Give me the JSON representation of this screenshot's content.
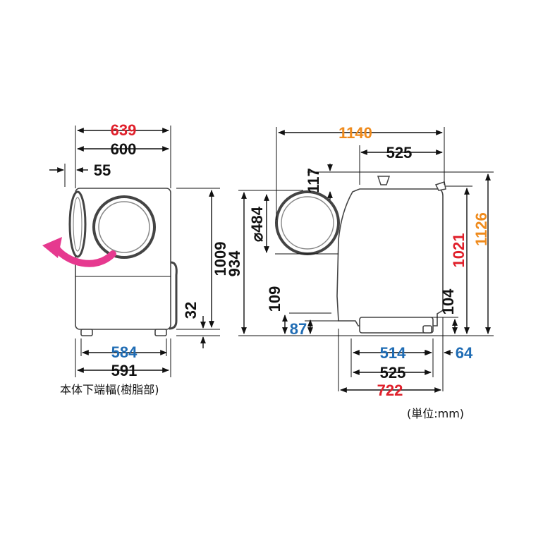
{
  "colors": {
    "red": "#e0202b",
    "orange": "#ef8a1b",
    "blue": "#1f6cb4",
    "black": "#111111",
    "arrow": "#e6398f"
  },
  "front_view": {
    "width_max": "639",
    "width_body": "600",
    "door_protrusion": "55",
    "height_body": "1009",
    "leg_height": "32",
    "base_width_inner": "584",
    "base_width_outer": "591",
    "base_note": "本体下端幅(樹脂部)"
  },
  "side_view": {
    "depth_total": "1140",
    "depth_rear": "525",
    "top_offset": "117",
    "door_diameter": "⌀484",
    "door_center_height": "934",
    "door_bottom_height": "109",
    "toe_height": "87",
    "rear_step_height": "104",
    "height_body": "1021",
    "height_total": "1126",
    "base_depth_inner": "514",
    "base_rear_offset": "64",
    "base_depth": "525",
    "depth_body": "722"
  },
  "unit_note": "(単位:mm)"
}
